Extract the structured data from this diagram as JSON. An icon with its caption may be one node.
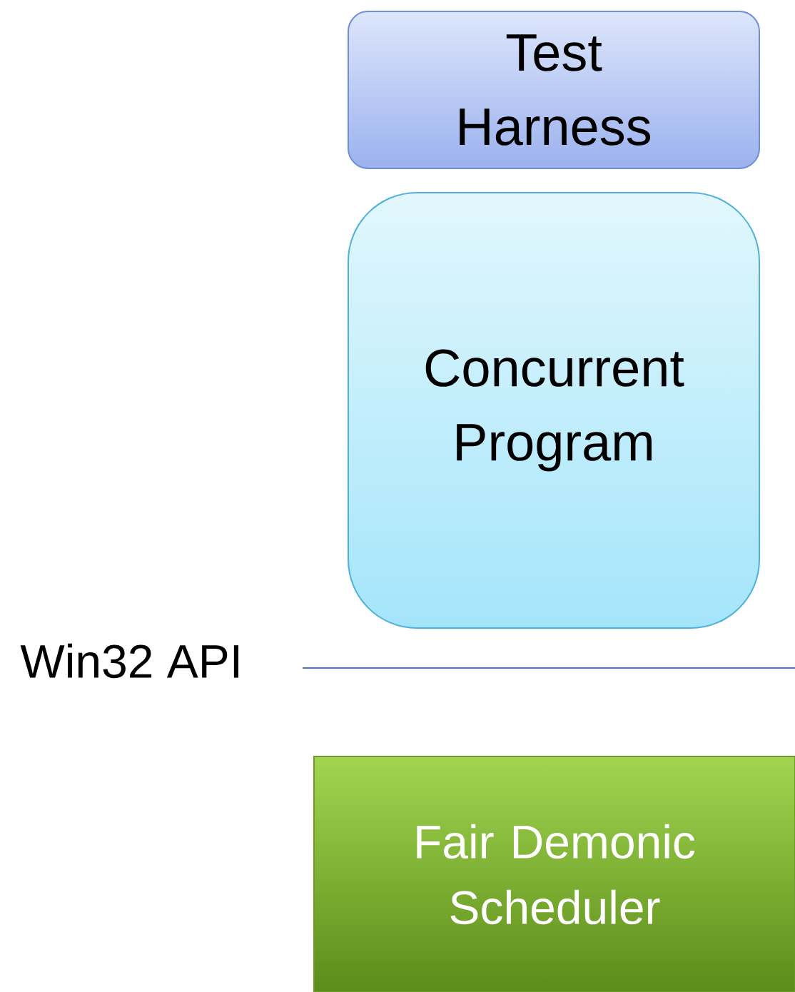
{
  "diagram": {
    "nodes": [
      {
        "text": [
          "Test Harness"
        ]
      },
      {
        "text": [
          "Concurrent Program"
        ]
      },
      {
        "text": [
          "Fair Demonic Scheduler"
        ]
      }
    ],
    "edges": [],
    "labels": [
      "Win32 API"
    ]
  }
}
